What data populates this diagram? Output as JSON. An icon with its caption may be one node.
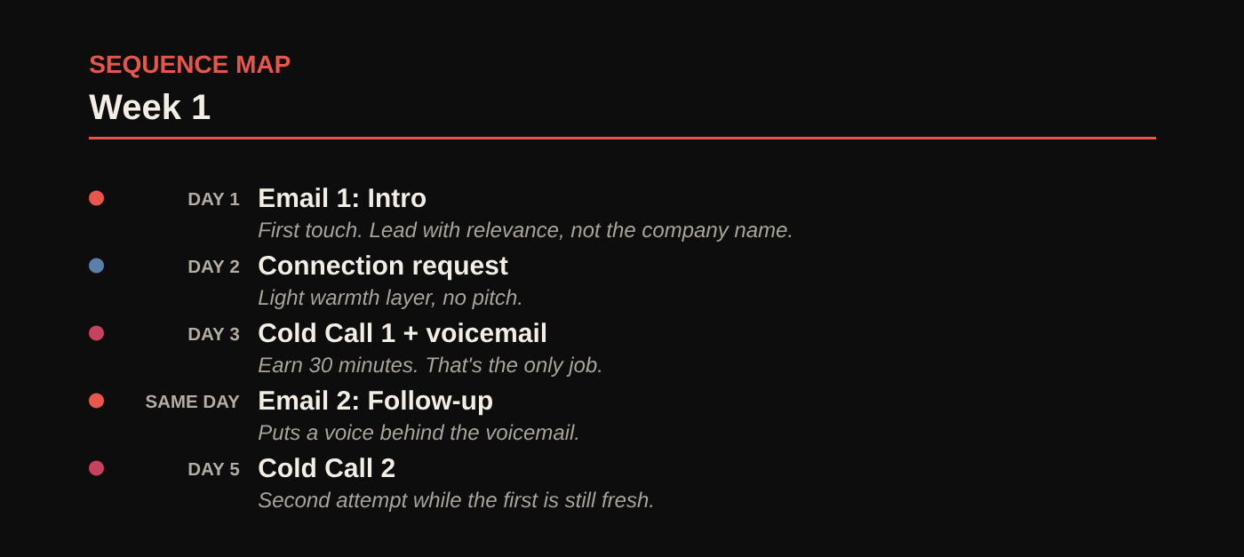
{
  "diagram": {
    "title": "Week 1",
    "labels": [
      "SEQUENCE MAP",
      "DAY 1",
      "Email 1: Intro",
      "First touch. Lead with relevance, not the company name.",
      "DAY 2",
      "Connection request",
      "Light warmth layer, no pitch.",
      "DAY 3",
      "Cold Call 1 + voicemail",
      "Earn 30 minutes. That's the only job.",
      "SAME DAY",
      "Email 2: Follow-up",
      "Puts a voice behind the voicemail.",
      "DAY 5",
      "Cold Call 2",
      "Second attempt while the first is still fresh."
    ]
  }
}
